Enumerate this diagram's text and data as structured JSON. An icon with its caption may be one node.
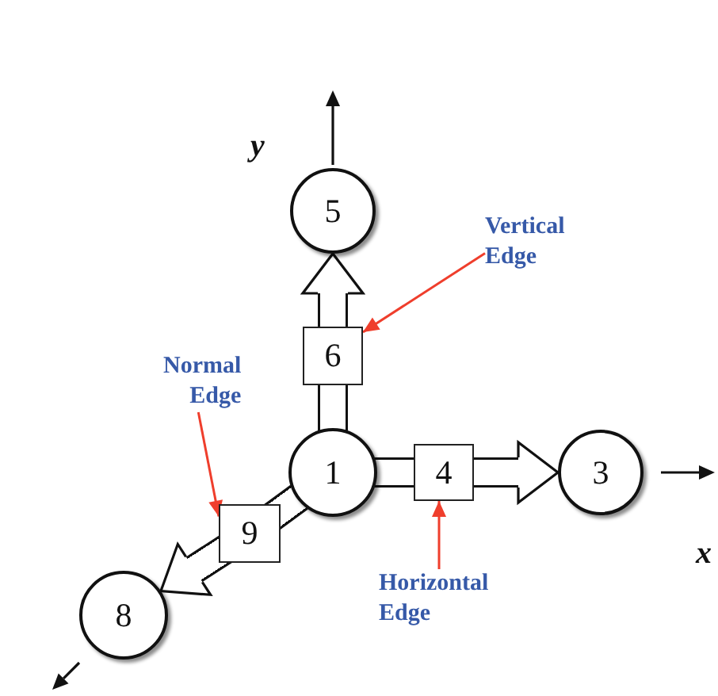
{
  "diagram": {
    "nodes": [
      {
        "text": [
          "5"
        ]
      },
      {
        "text": [
          "Vertical Edge"
        ]
      },
      {
        "text": [
          "6"
        ]
      },
      {
        "text": [
          "Normal Edge"
        ]
      },
      {
        "text": [
          "1"
        ]
      },
      {
        "text": [
          "4"
        ]
      },
      {
        "text": [
          "3"
        ]
      },
      {
        "text": [
          "9"
        ]
      },
      {
        "text": [
          "8"
        ]
      },
      {
        "text": [
          "Horizontal Edge"
        ]
      }
    ],
    "edges": [
      {
        "from": 4,
        "to": 2,
        "arrow": "none",
        "style": "thick"
      },
      {
        "from": 2,
        "to": 0,
        "arrow": "to",
        "style": "thick"
      },
      {
        "from": 4,
        "to": 5,
        "arrow": "none",
        "style": "thick"
      },
      {
        "from": 5,
        "to": 6,
        "arrow": "to",
        "style": "thick"
      },
      {
        "from": 4,
        "to": 7,
        "arrow": "none",
        "style": "thick"
      },
      {
        "from": 7,
        "to": 8,
        "arrow": "to",
        "style": "thick"
      },
      {
        "from": 1,
        "to": 2,
        "arrow": "to",
        "color": "#ef3e2c"
      },
      {
        "from": 3,
        "to": 7,
        "arrow": "to",
        "color": "#ef3e2c"
      },
      {
        "from": 9,
        "to": 5,
        "arrow": "to",
        "color": "#ef3e2c"
      }
    ],
    "labels": [
      "y",
      "x"
    ]
  }
}
